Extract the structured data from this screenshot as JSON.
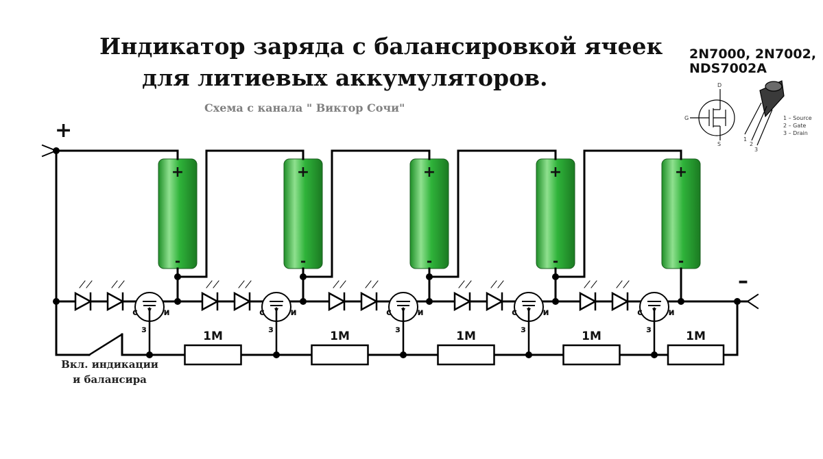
{
  "title": {
    "line1": "Индикатор заряда с балансировкой ячеек",
    "line2": "для литиевых аккумуляторов."
  },
  "subtitle": "Схема с канала \" Виктор Сочи\"",
  "part_info": {
    "names_line1": "2N7000, 2N7002,",
    "names_line2": "NDS7002A",
    "symbol_pins": {
      "drain": "D",
      "gate": "G",
      "source": "S"
    },
    "package_pins": [
      "1",
      "2",
      "3"
    ],
    "pinout": [
      "1 – Source",
      "2 – Gate",
      "3 – Drain"
    ]
  },
  "terminals": {
    "positive": "+",
    "negative": "–"
  },
  "batteries": {
    "count": 5,
    "plus": "+",
    "minus": "-"
  },
  "transistor_pins": {
    "drain": "с",
    "source": "и",
    "gate": "з"
  },
  "resistors": [
    "1M",
    "1M",
    "1M",
    "1M",
    "1M"
  ],
  "switch_label": {
    "line1": "Вкл. индикации",
    "line2": "и балансира"
  },
  "colors": {
    "battery_green": "#2fb33a",
    "battery_highlight": "#8fe08f",
    "wire": "#000000",
    "subtitle_gray": "#808080"
  }
}
